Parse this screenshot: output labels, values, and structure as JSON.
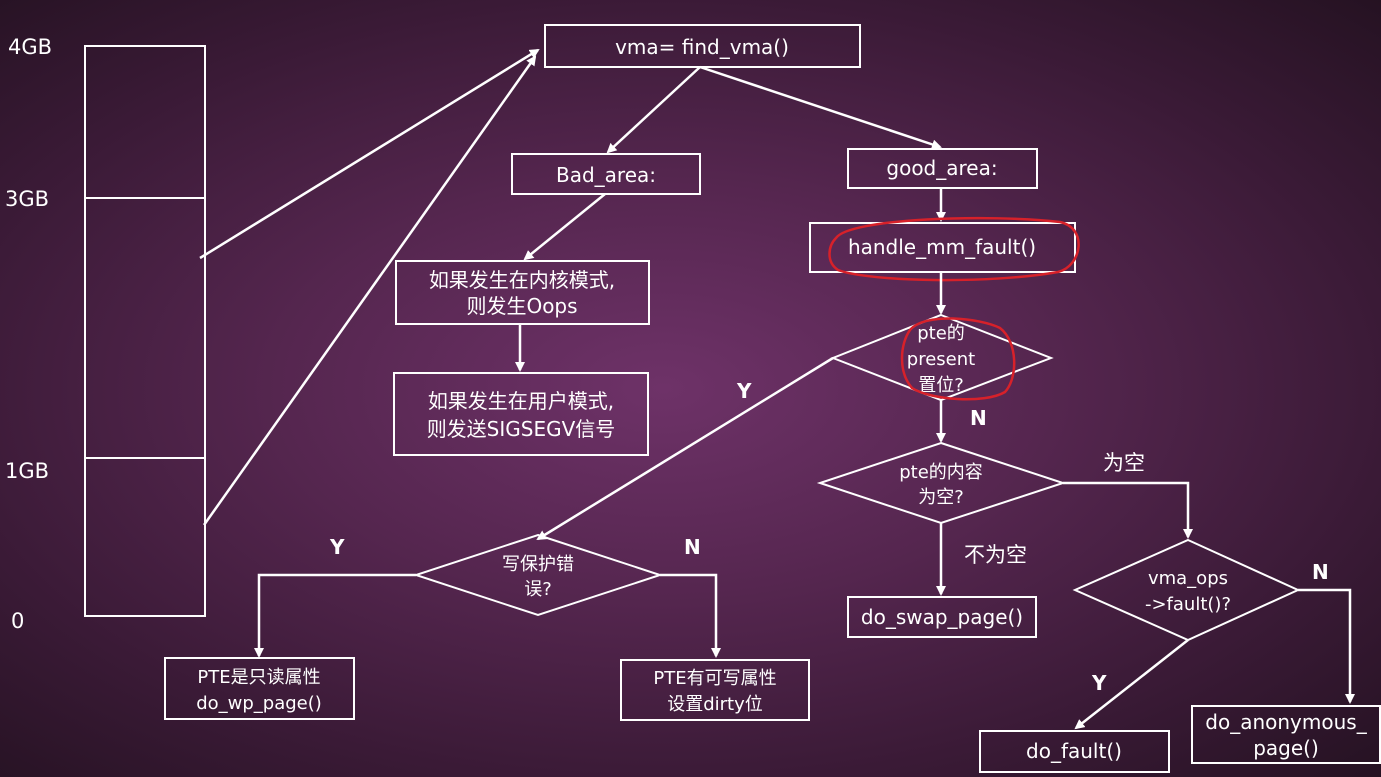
{
  "colors": {
    "background": "#55264f",
    "line": "#ffffff",
    "highlight": "#d7212a"
  },
  "memory_axis": {
    "label_4gb": "4GB",
    "label_3gb": "3GB",
    "label_1gb": "1GB",
    "label_0": "0"
  },
  "nodes": {
    "find_vma": "vma= find_vma()",
    "bad_area": "Bad_area:",
    "good_area": "good_area:",
    "handle_mm_fault": "handle_mm_fault()",
    "kernel_oops_line1": "如果发生在内核模式,",
    "kernel_oops_line2": "则发生Oops",
    "user_segv_line1": "如果发生在用户模式,",
    "user_segv_line2": "则发送SIGSEGV信号",
    "pte_present_line1": "pte的",
    "pte_present_line2": "present",
    "pte_present_line3": "置位?",
    "pte_empty_line1": "pte的内容",
    "pte_empty_line2": "为空?",
    "write_protect_line1": "写保护错",
    "write_protect_line2": "误?",
    "do_swap_page": "do_swap_page()",
    "vma_ops_line1": "vma_ops",
    "vma_ops_line2": "->fault()?",
    "pte_readonly_line1": "PTE是只读属性",
    "pte_readonly_line2": "do_wp_page()",
    "pte_writable_line1": "PTE有可写属性",
    "pte_writable_line2": "设置dirty位",
    "do_fault": "do_fault()",
    "do_anonymous_line1": "do_anonymous_",
    "do_anonymous_line2": "page()"
  },
  "edge_labels": {
    "present_y": "Y",
    "present_n": "N",
    "empty": "为空",
    "not_empty": "不为空",
    "wp_y": "Y",
    "wp_n": "N",
    "vma_n": "N",
    "vma_y": "Y"
  }
}
